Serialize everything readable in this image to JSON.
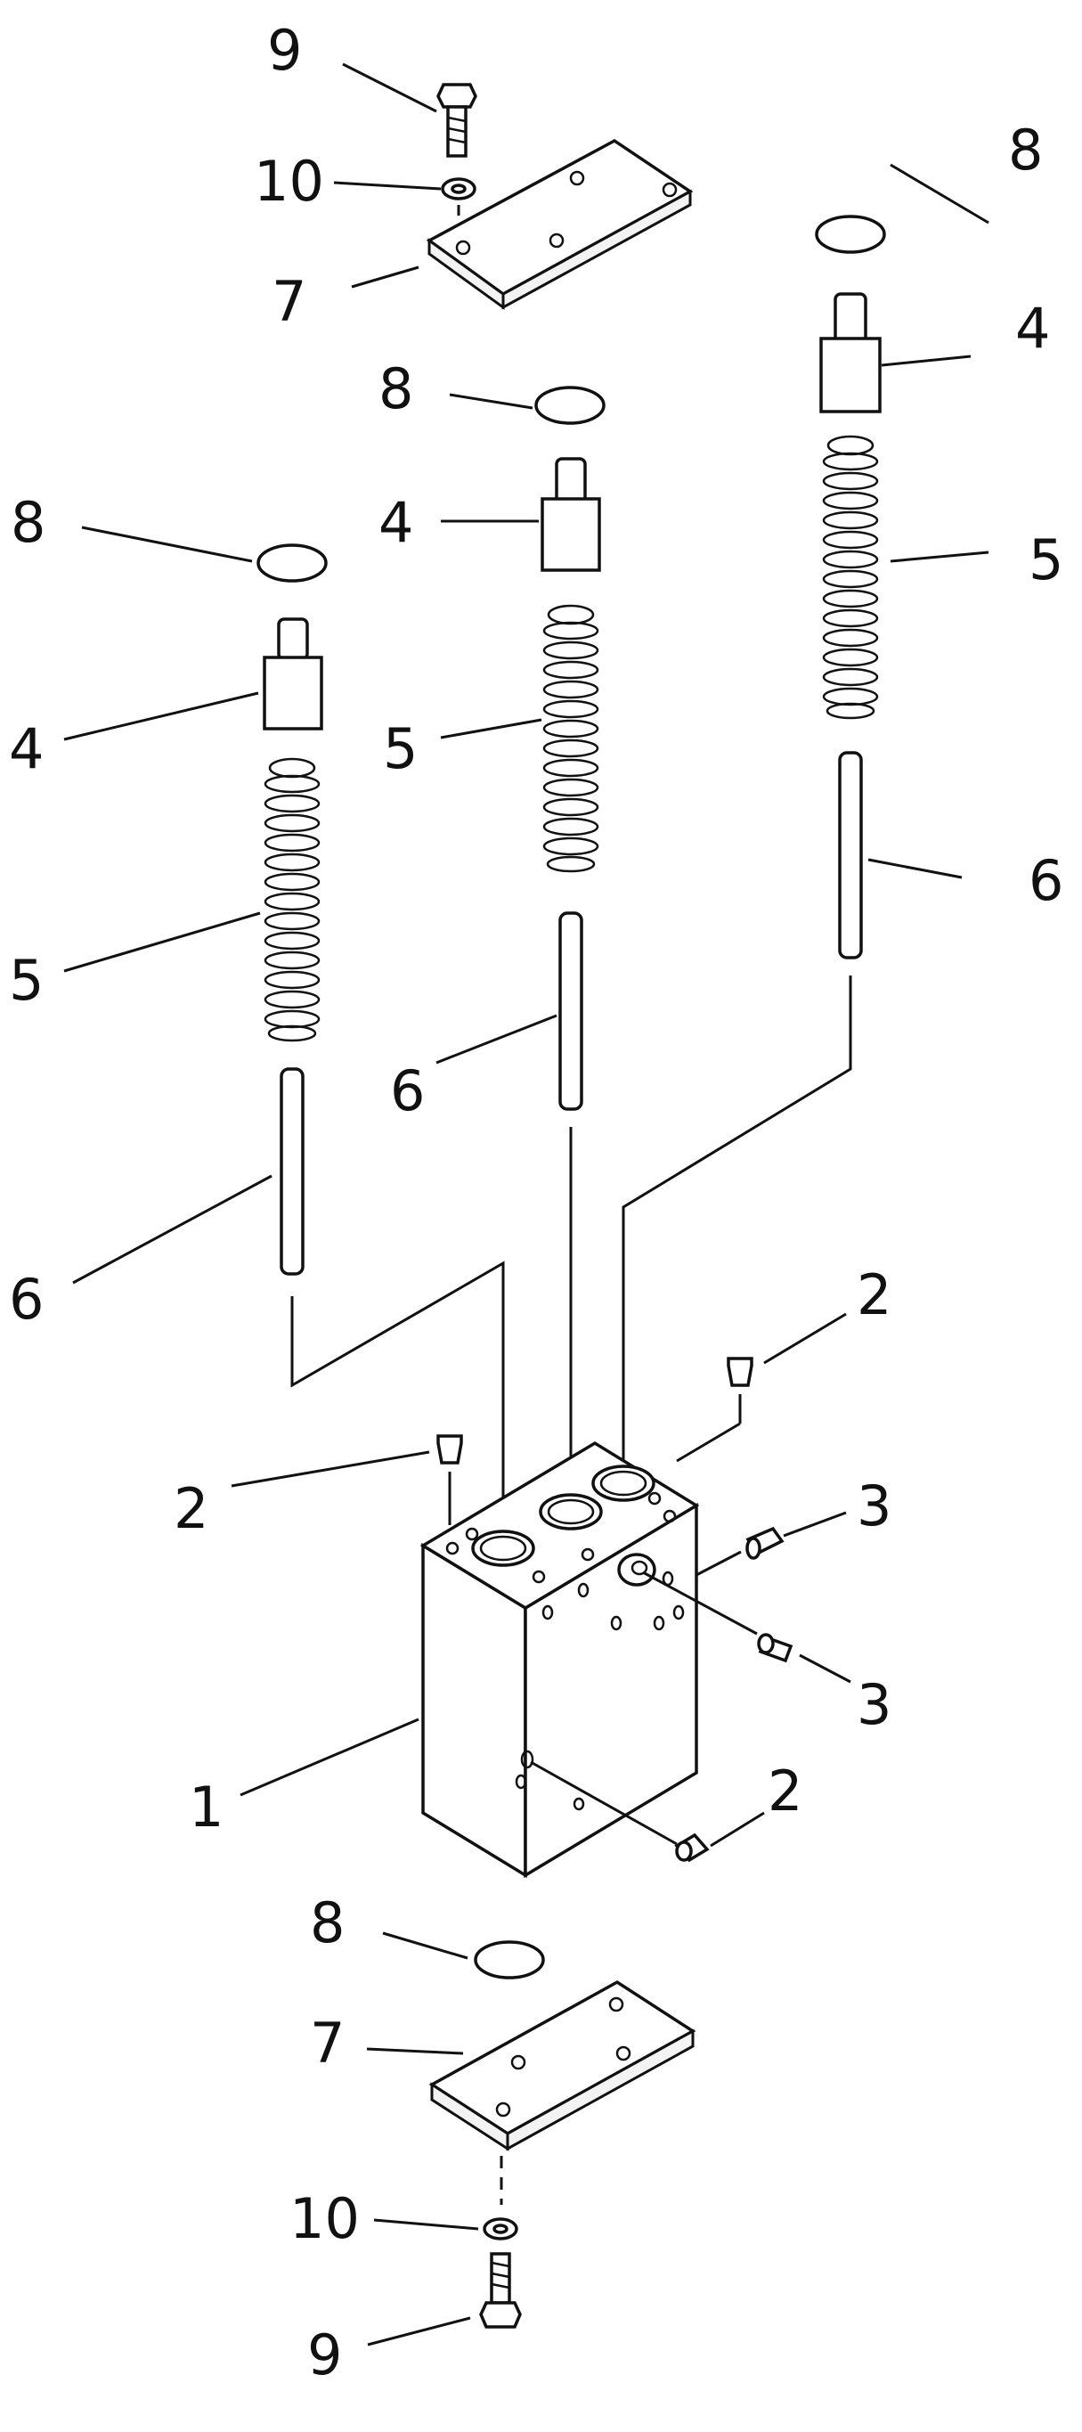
{
  "callouts": {
    "c1": "1",
    "c2a": "2",
    "c2b": "2",
    "c2c": "2",
    "c3a": "3",
    "c3b": "3",
    "c4a": "4",
    "c4b": "4",
    "c4c": "4",
    "c5a": "5",
    "c5b": "5",
    "c5c": "5",
    "c6a": "6",
    "c6b": "6",
    "c6c": "6",
    "c7a": "7",
    "c7b": "7",
    "c8a": "8",
    "c8b": "8",
    "c8c": "8",
    "c8d": "8",
    "c9a": "9",
    "c9b": "9",
    "c10a": "10",
    "c10b": "10"
  }
}
